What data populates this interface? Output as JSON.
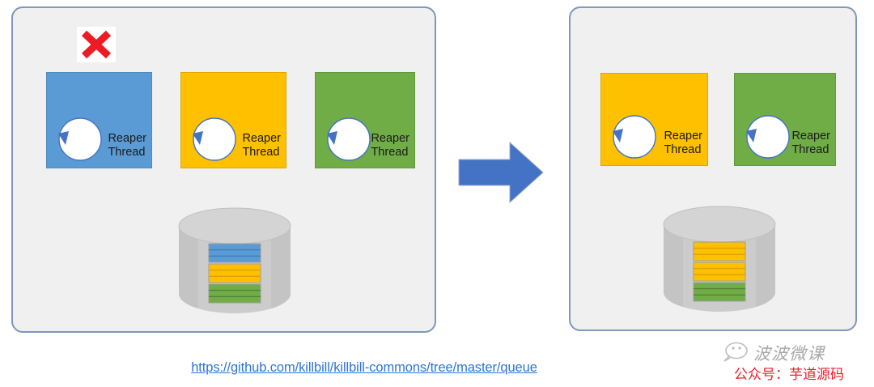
{
  "diagram": {
    "title_text": "",
    "colors": {
      "blue": "#5B9BD5",
      "yellow": "#FFC000",
      "green": "#70AD47",
      "arrow_blue": "#4472C4",
      "panel_border": "#8097B8",
      "panel_fill": "#F0F0F0",
      "cylinder_gray": "#CCCCCC",
      "x_red": "#ED1C24",
      "link_blue": "#2E75D4",
      "watermark_red": "#E8202A",
      "watermark_gray": "#A8A8A8"
    },
    "left_panel": {
      "name": "before-state",
      "failure_marker": "✕",
      "threads": [
        {
          "label": "Reaper\nThread",
          "color_name": "blue",
          "color": "#5B9BD5",
          "failed": true
        },
        {
          "label": "Reaper\nThread",
          "color_name": "yellow",
          "color": "#FFC000",
          "failed": false
        },
        {
          "label": "Reaper\nThread",
          "color_name": "green",
          "color": "#70AD47",
          "failed": false
        }
      ],
      "queue": {
        "name": "database-queue",
        "blocks": [
          {
            "color_name": "blue",
            "color": "#5B9BD5",
            "rows": 3
          },
          {
            "color_name": "yellow",
            "color": "#FFC000",
            "rows": 3
          },
          {
            "color_name": "green",
            "color": "#70AD47",
            "rows": 3
          }
        ]
      }
    },
    "arrow": {
      "name": "transition-arrow",
      "direction": "right",
      "color": "#4472C4"
    },
    "right_panel": {
      "name": "after-state",
      "threads": [
        {
          "label": "Reaper\nThread",
          "color_name": "yellow",
          "color": "#FFC000",
          "failed": false
        },
        {
          "label": "Reaper\nThread",
          "color_name": "green",
          "color": "#70AD47",
          "failed": false
        }
      ],
      "queue": {
        "name": "database-queue",
        "blocks": [
          {
            "color_name": "yellow",
            "color": "#FFC000",
            "rows": 3
          },
          {
            "color_name": "yellow",
            "color": "#FFC000",
            "rows": 3
          },
          {
            "color_name": "green",
            "color": "#70AD47",
            "rows": 3
          }
        ]
      }
    }
  },
  "footer": {
    "link_text": "https://github.com/killbill/killbill-commons/tree/master/queue"
  },
  "watermark": {
    "icon": "wechat-icon",
    "title": "波波微课",
    "account": "公众号：芋道源码"
  }
}
